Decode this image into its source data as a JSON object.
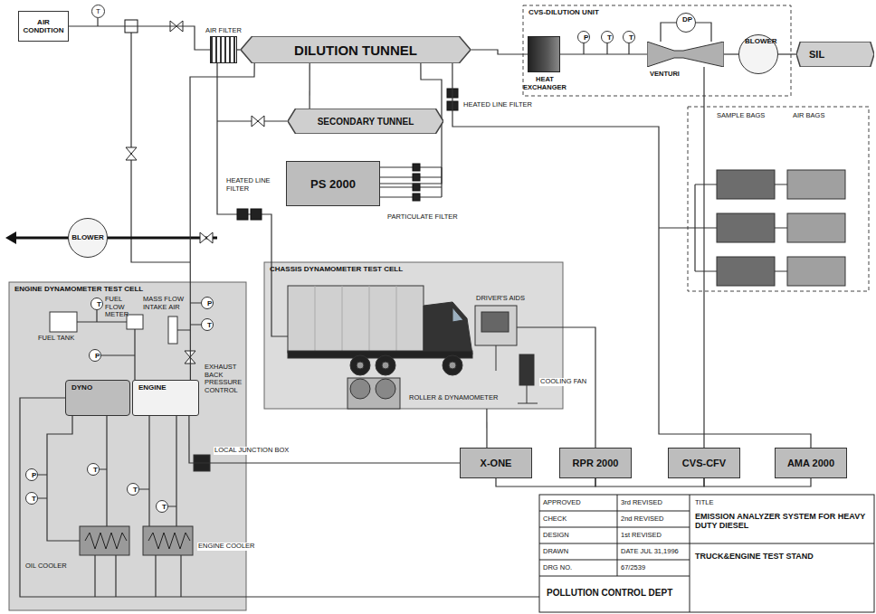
{
  "diagram": {
    "nodes": [
      {
        "text": [
          "AIR CONDITION"
        ]
      },
      {
        "text": [
          "T"
        ]
      },
      {
        "text": [
          "AIR FILTER"
        ]
      },
      {
        "text": [
          "DILUTION TUNNEL"
        ]
      },
      {
        "text": [
          "SECONDARY TUNNEL"
        ]
      },
      {
        "text": [
          "PS 2000"
        ]
      },
      {
        "text": [
          "CVS-DILUTION UNIT"
        ]
      },
      {
        "text": [
          "HEAT EXCHANGER"
        ],
        "in": 6
      },
      {
        "text": [
          "P"
        ],
        "in": 6
      },
      {
        "text": [
          "T"
        ],
        "in": 6
      },
      {
        "text": [
          "T"
        ],
        "in": 6
      },
      {
        "text": [
          "DP"
        ],
        "in": 6
      },
      {
        "text": [
          "VENTURI"
        ],
        "in": 6
      },
      {
        "text": [
          "BLOWER"
        ],
        "in": 6
      },
      {
        "text": [
          "SIL"
        ]
      },
      {
        "text": [
          "BLOWER"
        ]
      },
      {
        "text": [
          "ENGINE DYNAMOMETER TEST CELL"
        ]
      },
      {
        "text": [
          "T"
        ],
        "in": 16
      },
      {
        "text": [
          "P"
        ],
        "in": 16
      },
      {
        "text": [
          "T"
        ],
        "in": 16
      },
      {
        "text": [
          "P"
        ],
        "in": 16
      },
      {
        "text": [
          "DYNO"
        ],
        "in": 16
      },
      {
        "text": [
          "ENGINE"
        ],
        "in": 16
      },
      {
        "text": [
          "P"
        ],
        "in": 16
      },
      {
        "text": [
          "T"
        ],
        "in": 16
      },
      {
        "text": [
          "T"
        ],
        "in": 16
      },
      {
        "text": [
          "T"
        ],
        "in": 16
      },
      {
        "text": [
          "T"
        ],
        "in": 16
      },
      {
        "text": [
          "CHASSIS DYNAMOMETER TEST CELL"
        ]
      },
      {
        "text": [
          "X-ONE"
        ]
      },
      {
        "text": [
          "RPR 2000"
        ]
      },
      {
        "text": [
          "CVS-CFV"
        ]
      },
      {
        "text": [
          "AMA 2000"
        ]
      }
    ],
    "edges": [
      {
        "from": 0,
        "to": 2,
        "arrow": "none"
      },
      {
        "from": 2,
        "to": 3,
        "arrow": "none"
      },
      {
        "from": 3,
        "to": 7,
        "arrow": "none"
      },
      {
        "from": 7,
        "to": 12,
        "arrow": "none"
      },
      {
        "from": 12,
        "to": 13,
        "arrow": "none"
      },
      {
        "from": 13,
        "to": 14,
        "arrow": "none"
      },
      {
        "from": 5,
        "to": 3,
        "arrow": "none"
      },
      {
        "from": 3,
        "to": 4,
        "arrow": "none"
      },
      {
        "from": 22,
        "to": 3,
        "arrow": "none"
      },
      {
        "from": 29,
        "to": 30,
        "arrow": "none"
      },
      {
        "from": 30,
        "to": 31,
        "arrow": "none"
      },
      {
        "from": 31,
        "to": 32,
        "arrow": "none"
      },
      {
        "from": 31,
        "to": 12,
        "arrow": "none"
      },
      {
        "from": 29,
        "to": 22,
        "arrow": "none"
      },
      {
        "from": 29,
        "to": 28,
        "arrow": "none"
      },
      {
        "from": 3,
        "to": 32,
        "arrow": "none"
      }
    ],
    "labels": [
      "HEATED LINE FILTER",
      "HEATED LINE FILTER",
      "PARTICULATE FILTER",
      "SAMPLE BAGS",
      "AIR BAGS",
      "FUEL FLOW METER",
      "MASS FLOW INTAKE AIR",
      "FUEL TANK",
      "EXHAUST BACK PRESSURE CONTROL",
      "LOCAL JUNCTION BOX",
      "OIL COOLER",
      "ENGINE COOLER",
      "DRIVER'S AIDS",
      "COOLING FAN",
      "ROLLER & DYNAMOMETER",
      "APPROVED",
      "3rd REVISED",
      "CHECK",
      "2nd REVISED",
      "DESIGN",
      "1st REVISED",
      "DRAWN",
      "DATE JUL 31,1996",
      "DRG NO.",
      "67/2539",
      "POLLUTION CONTROL DEPT",
      "TITLE",
      "EMISSION ANALYZER SYSTEM FOR HEAVY DUTY DIESEL",
      "TRUCK&ENGINE TEST STAND"
    ]
  }
}
